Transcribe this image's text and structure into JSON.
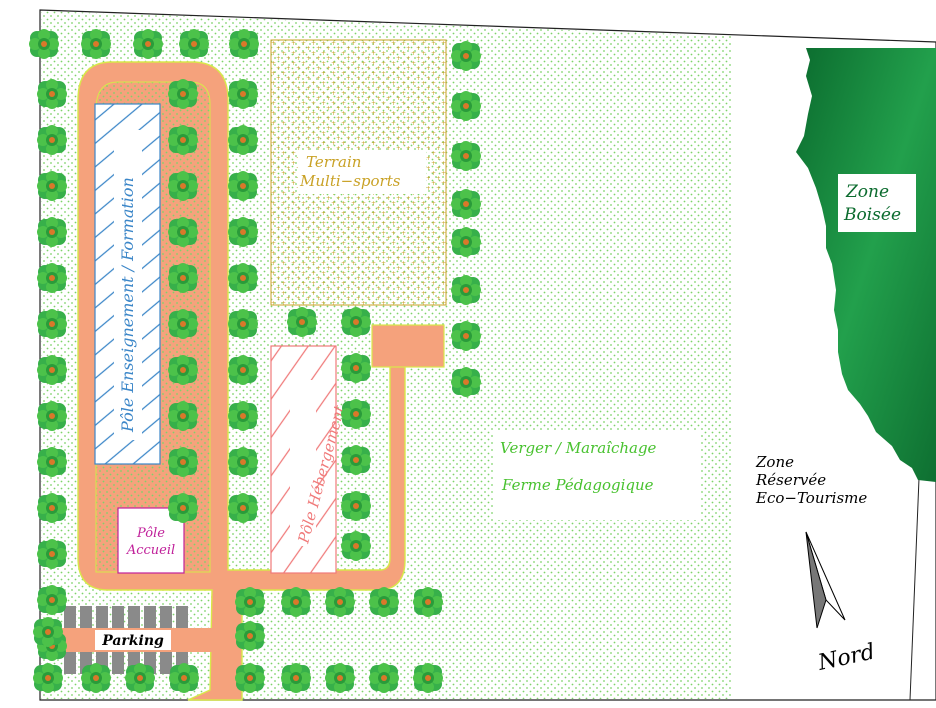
{
  "labels": {
    "terrain_line1": "Terrain",
    "terrain_line2": "Multi−sports",
    "zone_boisee_line1": "Zone",
    "zone_boisee_line2": "Boisée",
    "pole_enseignement": "Pôle  Enseignement  /  Formation",
    "pole_hebergement": "Pôle  Hébergement",
    "pole_accueil_line1": "Pôle",
    "pole_accueil_line2": "Accueil",
    "parking": "Parking",
    "verger": "Verger  /  Maraîchage",
    "ferme": "Ferme  Pédagogique",
    "zone_reservee_line1": "Zone",
    "zone_reservee_line2": "Réservée",
    "zone_reservee_line3": "Eco−Tourisme",
    "nord": "Nord"
  },
  "colors": {
    "path": "#f5a27c",
    "path_edge": "#d8e84a",
    "meadow_dot": "#7ed36a",
    "terrain": "#c9a227",
    "enseignement": "#3b86c8",
    "hebergement": "#f07a7a",
    "accueil": "#c0209a",
    "parking_stall": "#8a8a8a",
    "forest_dark": "#0b6b2e",
    "forest_light": "#27a84f",
    "tree_outer": "#1e8f2e",
    "tree_inner": "#4cc24a",
    "tree_center": "#d9782a",
    "verger_text": "#49c230"
  },
  "icons": [
    "tree-icon",
    "north-arrow-icon"
  ]
}
